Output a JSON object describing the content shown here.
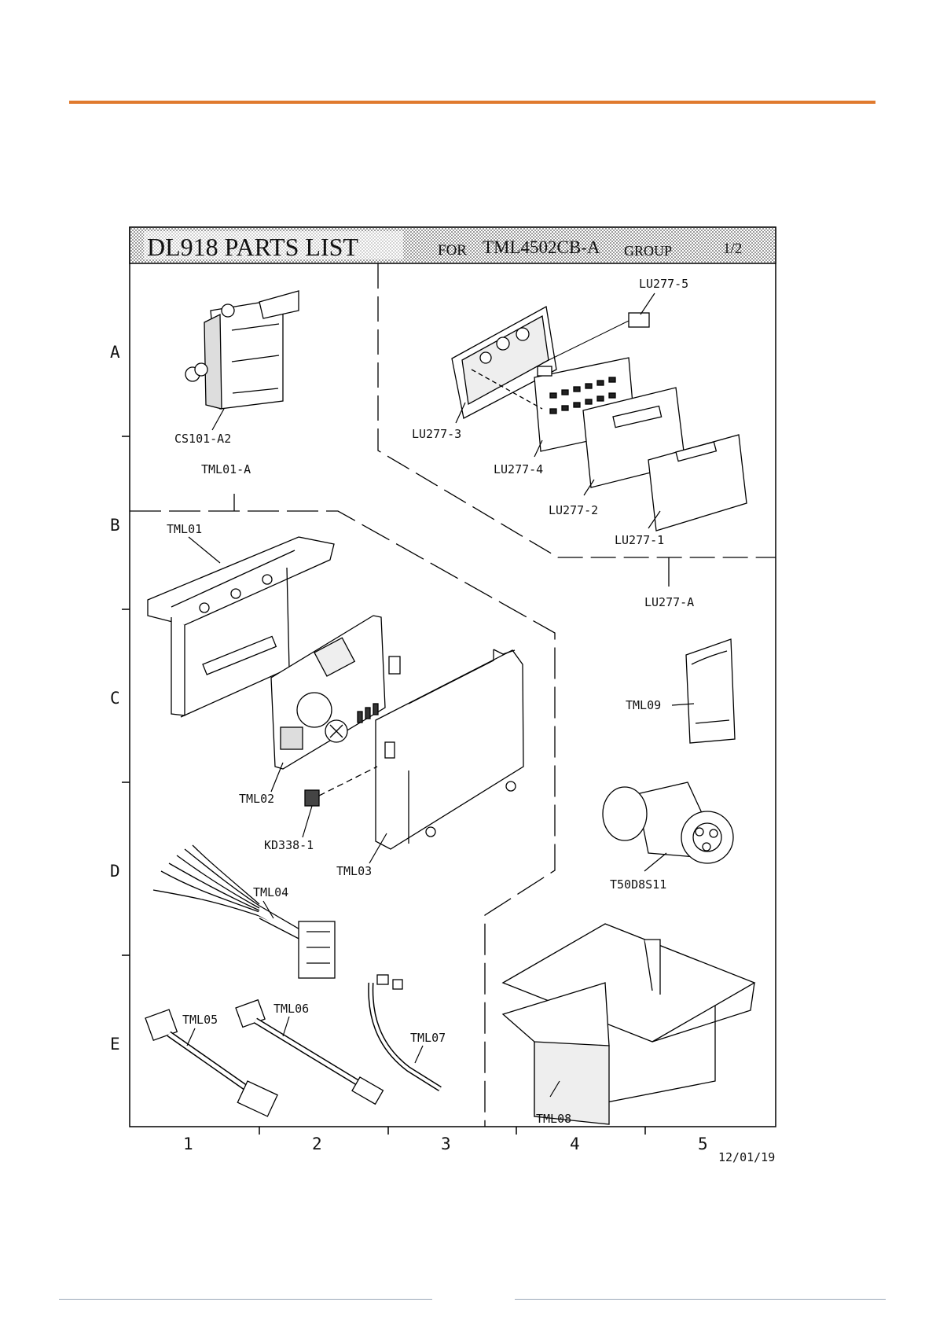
{
  "header": {
    "title": "DL918 PARTS LIST",
    "for_label": "FOR",
    "model": "TML4502CB-A",
    "group_label": "GROUP",
    "page": "1/2"
  },
  "rows": [
    "A",
    "B",
    "C",
    "D",
    "E"
  ],
  "columns": [
    "1",
    "2",
    "3",
    "4",
    "5"
  ],
  "date": "12/01/19",
  "callouts": {
    "cs101_a2": "CS101-A2",
    "tml01_a": "TML01-A",
    "tml01": "TML01",
    "tml02": "TML02",
    "kd338_1": "KD338-1",
    "tml03": "TML03",
    "tml04": "TML04",
    "tml05": "TML05",
    "tml06": "TML06",
    "tml07": "TML07",
    "tml08": "TML08",
    "tml09": "TML09",
    "t50d8s11": "T50D8S11",
    "lu277_5": "LU277-5",
    "lu277_3": "LU277-3",
    "lu277_4": "LU277-4",
    "lu277_2": "LU277-2",
    "lu277_1": "LU277-1",
    "lu277_a": "LU277-A"
  }
}
